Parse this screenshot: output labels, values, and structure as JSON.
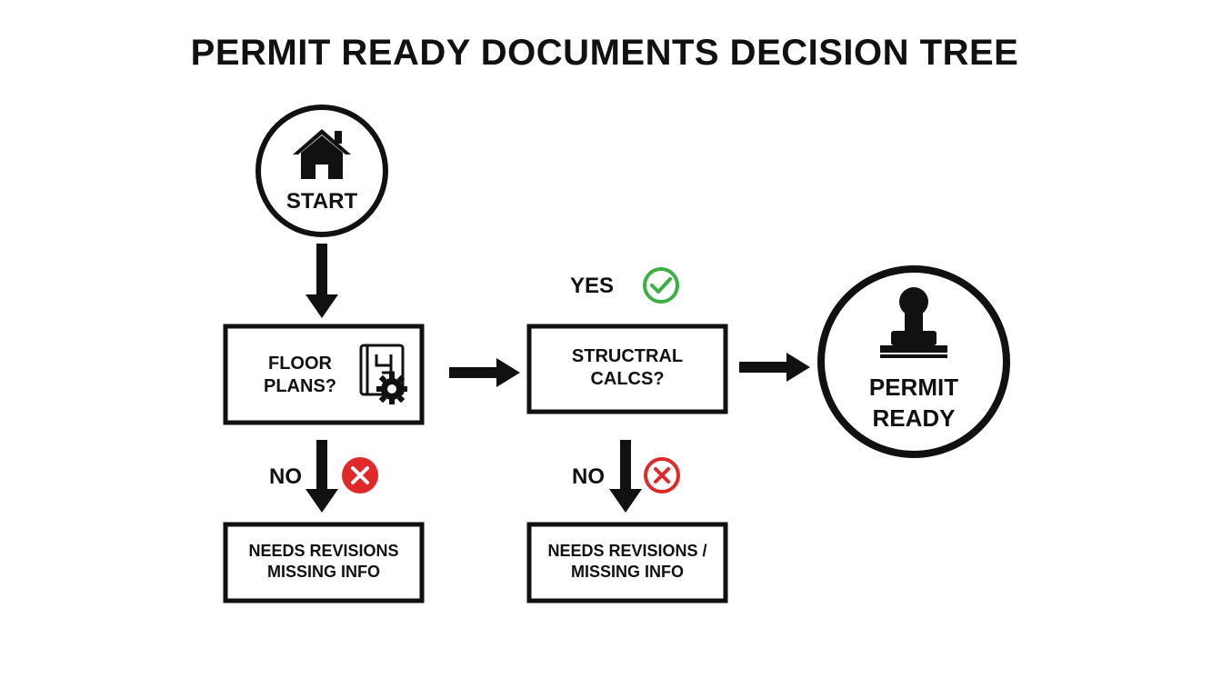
{
  "title": "PERMIT READY DOCUMENTS DECISION TREE",
  "colors": {
    "ink": "#111111",
    "yes_green": "#3cb043",
    "no_red": "#e02a2a"
  },
  "nodes": {
    "start": {
      "label": "START",
      "icon": "house-icon"
    },
    "floor_plans": {
      "line1": "FLOOR",
      "line2": "PLANS?",
      "icon": "blueprint-gear-icon"
    },
    "structural_calcs": {
      "line1": "STRUCTRAL",
      "line2": "CALCS?"
    },
    "permit_ready": {
      "line1": "PERMIT",
      "line2": "READY",
      "icon": "stamp-icon"
    },
    "revisions_left": {
      "line1": "NEEDS REVISIONS",
      "line2": "MISSING INFO"
    },
    "revisions_right": {
      "line1": "NEEDS REVISIONS /",
      "line2": "MISSING INFO"
    }
  },
  "branches": {
    "yes_label": "YES",
    "yes_icon": "check-circle-icon",
    "no_left_label": "NO",
    "no_right_label": "NO",
    "no_icon": "x-circle-icon"
  }
}
